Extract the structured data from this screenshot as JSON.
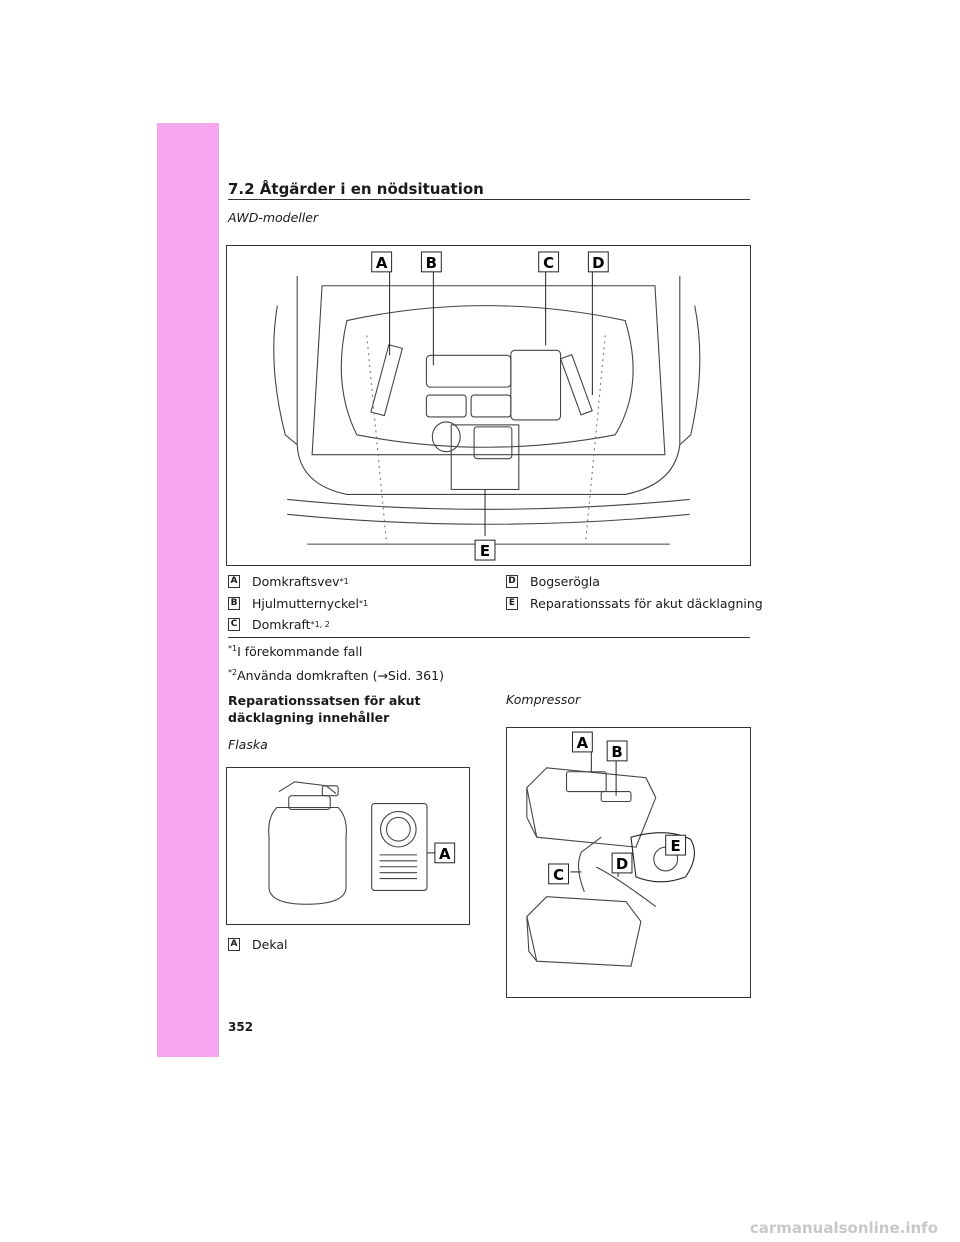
{
  "header": {
    "section_title": "7.2 Åtgärder i en nödsituation"
  },
  "main": {
    "model_caption": "AWD-modeller",
    "trunk_callouts": [
      "A",
      "B",
      "C",
      "D",
      "E"
    ],
    "legend_left": [
      {
        "key": "A",
        "label": "Domkraftsvev",
        "sup": "*1"
      },
      {
        "key": "B",
        "label": "Hjulmutternyckel",
        "sup": "*1"
      },
      {
        "key": "C",
        "label": "Domkraft",
        "sup": "*1, 2"
      }
    ],
    "legend_right": [
      {
        "key": "D",
        "label": "Bogserögla"
      },
      {
        "key": "E",
        "label": "Reparationssats för akut däcklagning"
      }
    ],
    "notes": [
      {
        "sup": "*1",
        "text": "I förekommande fall"
      },
      {
        "sup": "*2",
        "text": "Använda domkraften (→Sid. 361)"
      }
    ],
    "kit_heading": "Reparationssatsen för akut däcklagning innehåller",
    "bottle_caption": "Flaska",
    "compressor_caption": "Kompressor",
    "bottle_callout": "A",
    "bottle_legend": {
      "key": "A",
      "label": "Dekal"
    },
    "compressor_callouts": [
      "A",
      "B",
      "C",
      "D",
      "E"
    ]
  },
  "footer": {
    "page_number": "352",
    "watermark": "carmanualsonline.info"
  }
}
